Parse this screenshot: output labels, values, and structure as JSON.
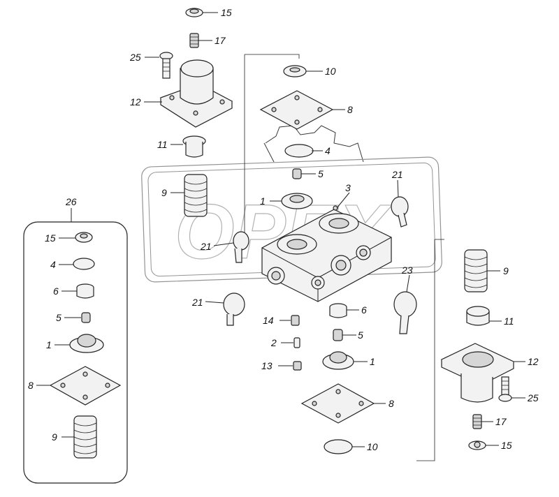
{
  "watermark": "OPEX",
  "labels": {
    "l15a": "15",
    "l17a": "17",
    "l25a": "25",
    "l12a": "12",
    "l11a": "11",
    "l10a": "10",
    "l8a": "8",
    "l4a": "4",
    "l5a": "5",
    "l9a": "9",
    "l1a": "1",
    "l3": "3",
    "l21a": "21",
    "l21b": "21",
    "l21c": "21",
    "l23": "23",
    "l26": "26",
    "k15": "15",
    "k4": "4",
    "k6": "6",
    "k5": "5",
    "k1": "1",
    "k8": "8",
    "k9": "9",
    "l6b": "6",
    "l14": "14",
    "l5b": "5",
    "l2": "2",
    "l1b": "1",
    "l13": "13",
    "l8b": "8",
    "l10b": "10",
    "l9b": "9",
    "l11b": "11",
    "l12b": "12",
    "l25b": "25",
    "l17b": "17",
    "l15b": "15"
  }
}
